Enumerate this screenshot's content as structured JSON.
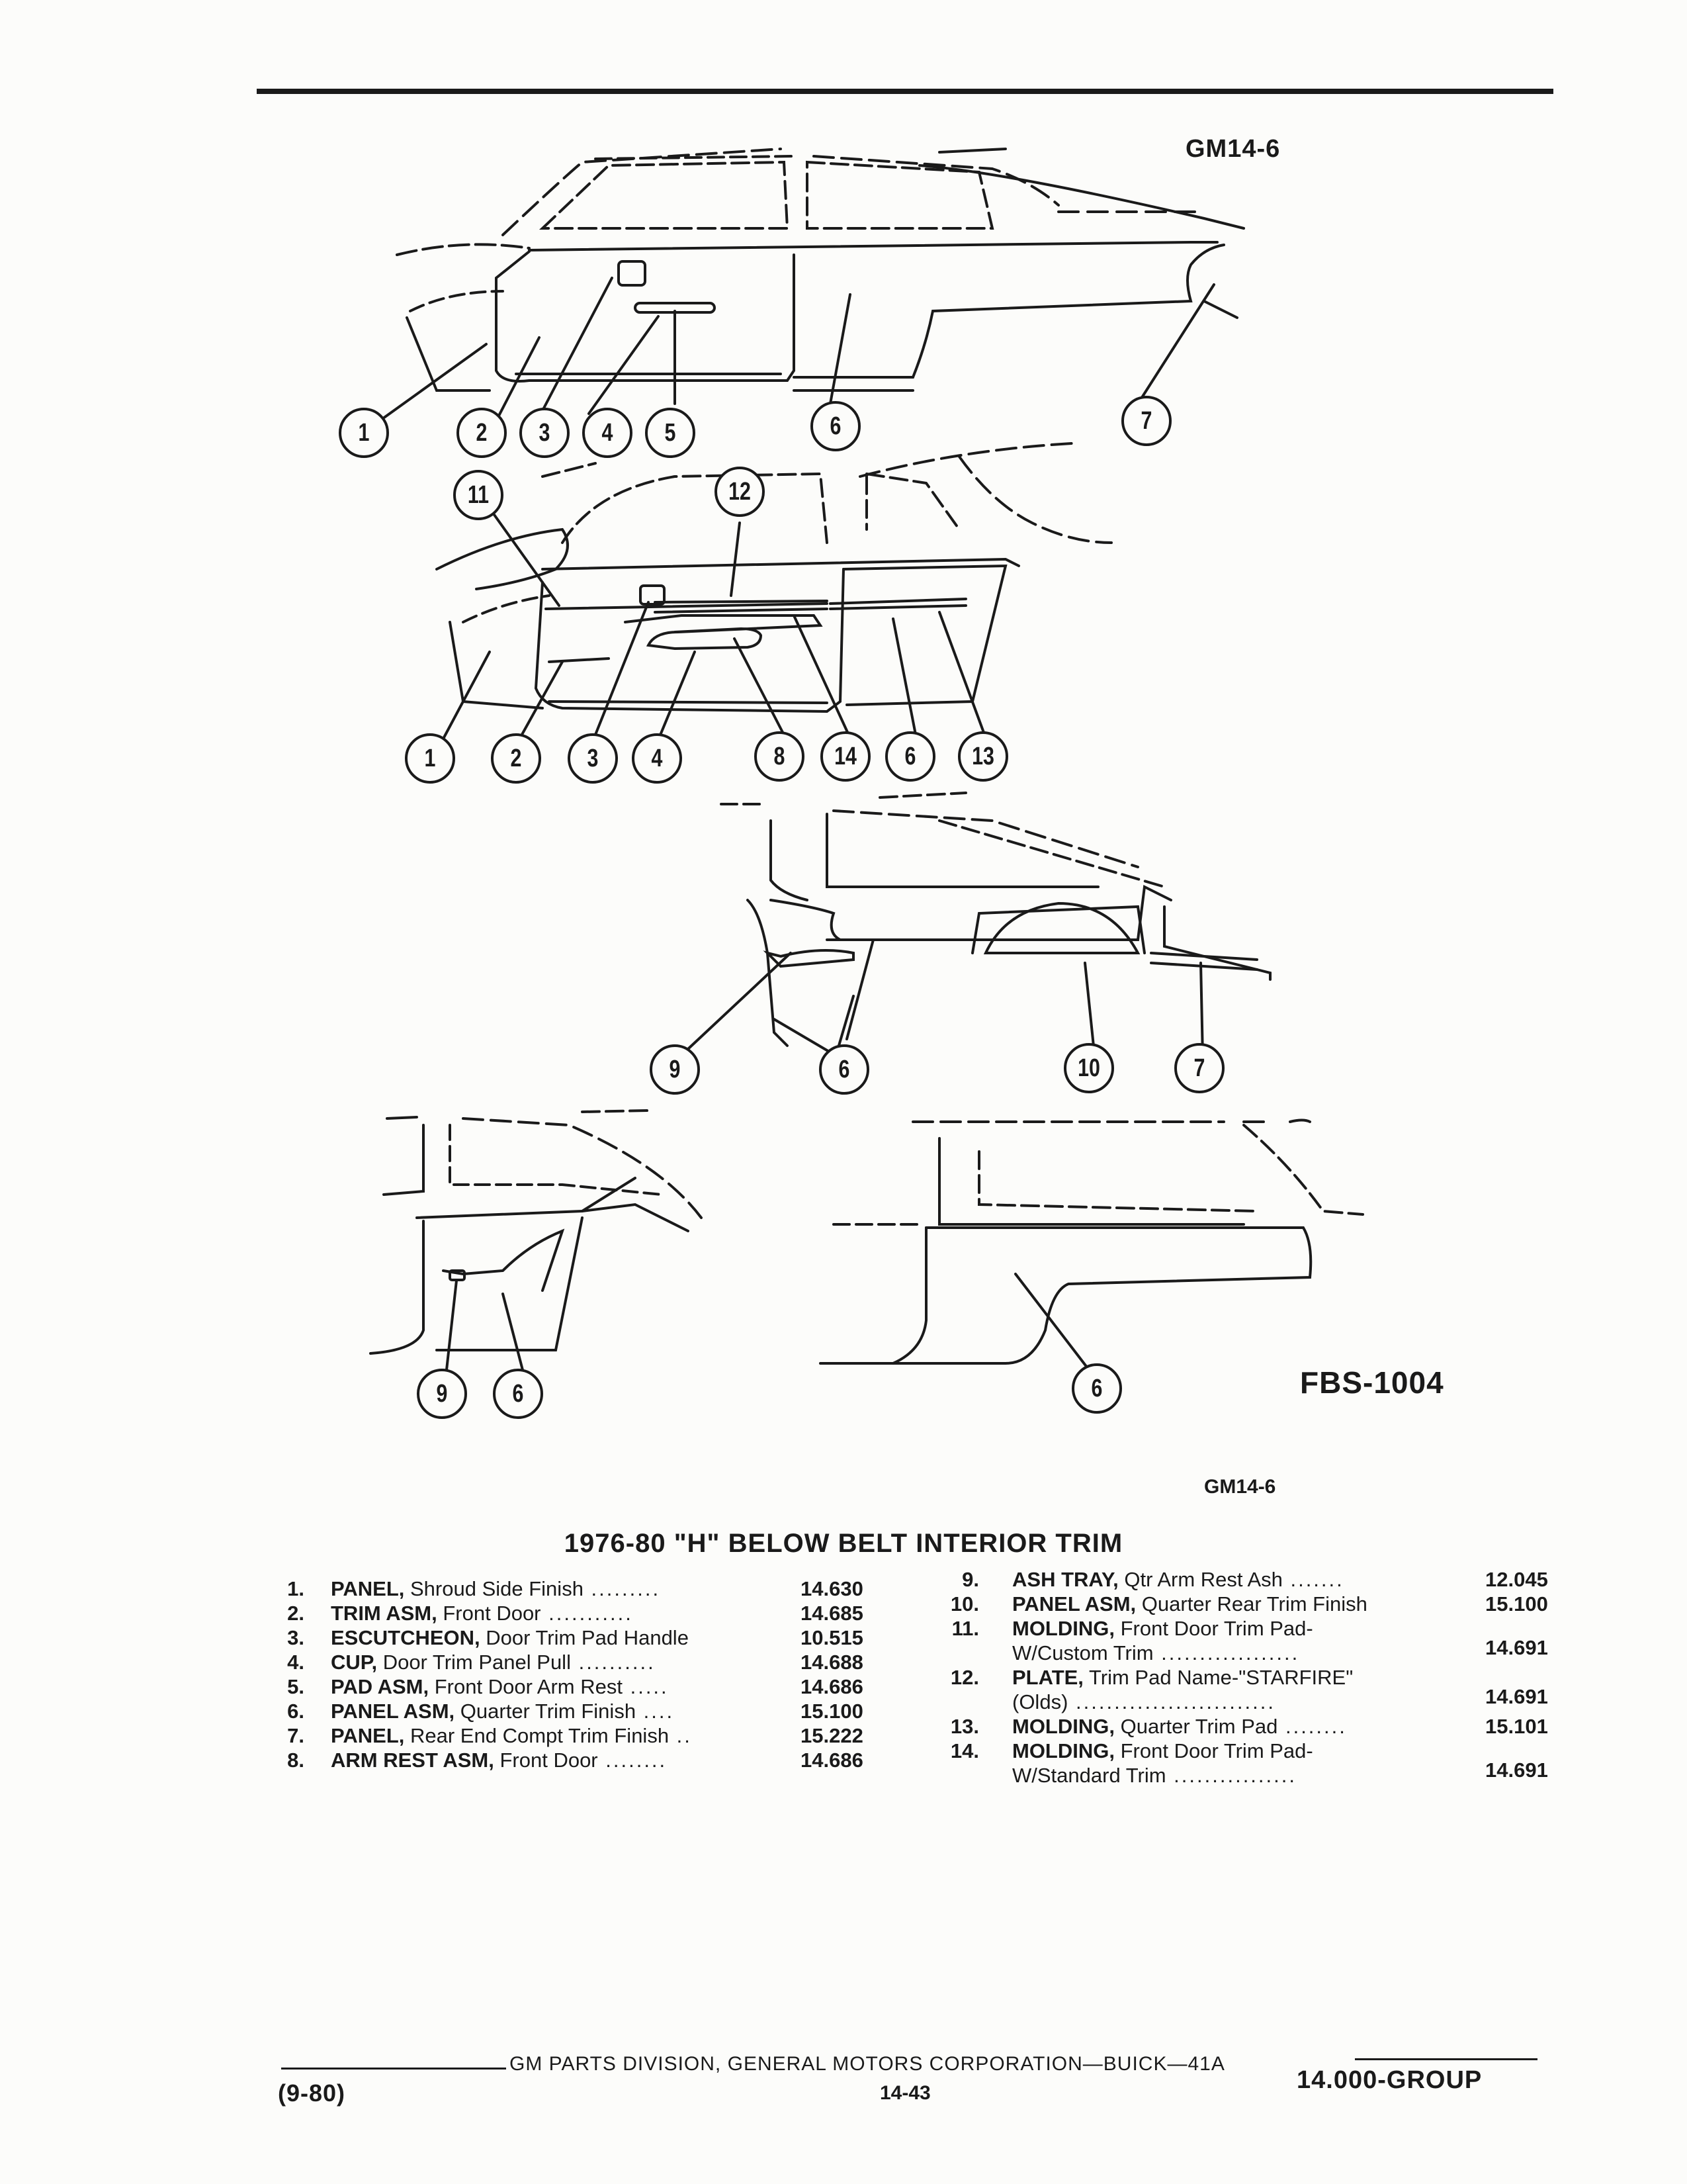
{
  "header": {
    "figure_code_top": "GM14-6"
  },
  "figure": {
    "callouts_view1": [
      "1",
      "2",
      "3",
      "4",
      "5",
      "6",
      "7"
    ],
    "callouts_view2_top": [
      "11",
      "12"
    ],
    "callouts_view2_bottom": [
      "1",
      "2",
      "3",
      "4",
      "8",
      "14",
      "6",
      "13"
    ],
    "callouts_view3": [
      "9",
      "6",
      "10",
      "7"
    ],
    "callouts_view4": [
      "9",
      "6"
    ],
    "callouts_view5": [
      "6"
    ],
    "fbs_code": "FBS-1004",
    "figure_code_bottom": "GM14-6"
  },
  "section_title": "1976-80 \"H\" BELOW BELT INTERIOR TRIM",
  "parts_left": [
    {
      "num": "1.",
      "bold": "PANEL,",
      "desc": " Shroud Side Finish",
      "dots": " .........",
      "ref": "14.630"
    },
    {
      "num": "2.",
      "bold": "TRIM ASM,",
      "desc": " Front Door",
      "dots": " ...........",
      "ref": "14.685"
    },
    {
      "num": "3.",
      "bold": "ESCUTCHEON,",
      "desc": " Door Trim Pad Handle",
      "dots": "",
      "ref": "10.515"
    },
    {
      "num": "4.",
      "bold": "CUP,",
      "desc": " Door Trim Panel Pull",
      "dots": " ..........",
      "ref": "14.688"
    },
    {
      "num": "5.",
      "bold": "PAD ASM,",
      "desc": " Front Door Arm Rest",
      "dots": " .....",
      "ref": "14.686"
    },
    {
      "num": "6.",
      "bold": "PANEL ASM,",
      "desc": " Quarter Trim Finish",
      "dots": " ....",
      "ref": "15.100"
    },
    {
      "num": "7.",
      "bold": "PANEL,",
      "desc": " Rear End Compt Trim Finish",
      "dots": " ..",
      "ref": "15.222"
    },
    {
      "num": "8.",
      "bold": "ARM REST ASM,",
      "desc": " Front Door",
      "dots": " ........",
      "ref": "14.686"
    }
  ],
  "parts_right": [
    {
      "num": "9.",
      "bold": "ASH TRAY,",
      "desc": " Qtr Arm Rest Ash",
      "dots": " .......",
      "ref": "12.045"
    },
    {
      "num": "10.",
      "bold": "PANEL ASM,",
      "desc": " Quarter Rear Trim Finish",
      "dots": "",
      "ref": "15.100"
    },
    {
      "num": "11.",
      "bold": "MOLDING,",
      "desc": " Front Door Trim Pad-",
      "line2": "W/Custom Trim",
      "dots2": " ..................",
      "ref": "14.691"
    },
    {
      "num": "12.",
      "bold": "PLATE,",
      "desc": " Trim Pad Name-\"STARFIRE\"",
      "line2": "(Olds)",
      "dots2": " ..........................",
      "ref": "14.691"
    },
    {
      "num": "13.",
      "bold": "MOLDING,",
      "desc": " Quarter Trim Pad",
      "dots": " ........",
      "ref": "15.101"
    },
    {
      "num": "14.",
      "bold": "MOLDING,",
      "desc": " Front Door Trim Pad-",
      "line2": "W/Standard Trim",
      "dots2": " ................",
      "ref": "14.691"
    }
  ],
  "footer": {
    "division_line": "GM PARTS DIVISION, GENERAL MOTORS CORPORATION—BUICK—41A",
    "date": "(9-80)",
    "page": "14-43",
    "group": "14.000-GROUP"
  }
}
